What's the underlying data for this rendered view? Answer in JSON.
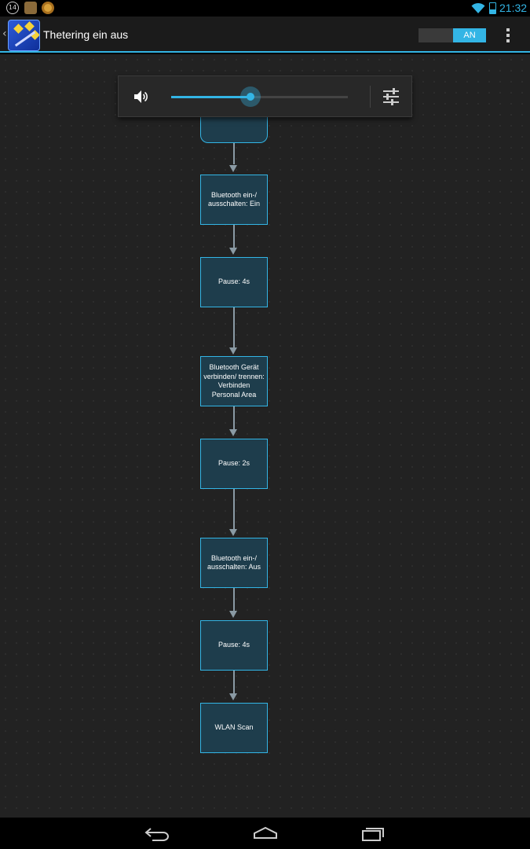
{
  "status_bar": {
    "notification_count": "14",
    "time": "21:32",
    "icons": [
      "notification-count-icon",
      "app-notification-icon",
      "app-notification-icon",
      "wifi-icon",
      "battery-icon"
    ]
  },
  "action_bar": {
    "title": "Thetering ein aus",
    "toggle_label": "AN",
    "icons": [
      "up-caret-icon",
      "app-wand-icon",
      "overflow-menu-icon"
    ]
  },
  "volume_panel": {
    "level": 0.45,
    "icons": [
      "speaker-icon",
      "sliders-icon"
    ]
  },
  "flow": {
    "nodes": [
      {
        "label": "Bluetooth ein-/ ausschalten: Ein"
      },
      {
        "label": "Pause: 4s"
      },
      {
        "label": "Bluetooth Gerät verbinden/ trennen: Verbinden Personal Area"
      },
      {
        "label": "Pause: 2s"
      },
      {
        "label": "Bluetooth ein-/ ausschalten: Aus"
      },
      {
        "label": "Pause: 4s"
      },
      {
        "label": "WLAN Scan"
      }
    ]
  },
  "nav_bar": {
    "icons": [
      "back-icon",
      "home-icon",
      "recent-apps-icon"
    ]
  },
  "colors": {
    "accent": "#33b5e5",
    "node_fill": "#1e3d4c",
    "canvas": "#222222"
  }
}
